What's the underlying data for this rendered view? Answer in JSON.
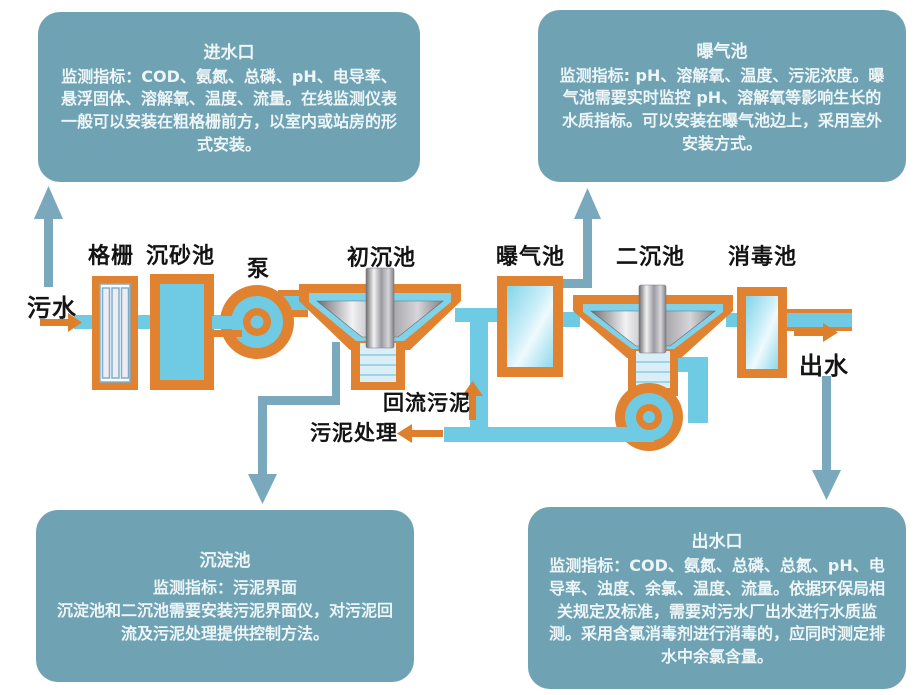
{
  "diagram": {
    "title_context": "wastewater-treatment-process-monitoring",
    "callouts": {
      "inlet": {
        "title": "进水口",
        "body": "监测指标：COD、氨氮、总磷、pH、电导率、悬浮固体、溶解氧、温度、流量。在线监测仪表一般可以安装在粗格栅前方，以室内或站房的形式安装。"
      },
      "aeration": {
        "title": "曝气池",
        "body": "监测指标: pH、溶解氧、温度、污泥浓度。曝气池需要实时监控 pH、溶解氧等影响生长的水质指标。可以安装在曝气池边上，采用室外安装方式。"
      },
      "sedimentation": {
        "title": "沉淀池",
        "indicator": "监测指标：污泥界面",
        "body": "沉淀池和二沉池需要安装污泥界面仪，对污泥回流及污泥处理提供控制方法。"
      },
      "outlet": {
        "title": "出水口",
        "body": "监测指标：COD、氨氮、总磷、总氮、pH、电导率、浊度、余氯、温度、流量。依据环保局相关规定及标准，需要对污水厂出水进行水质监测。采用含氯消毒剂进行消毒的，应同时测定排水中余氯含量。"
      }
    },
    "process_labels": {
      "sewage": "污水",
      "bar_screen": "格栅",
      "grit_chamber": "沉砂池",
      "pump": "泵",
      "primary_clarifier": "初沉池",
      "aeration_tank": "曝气池",
      "secondary_clarifier": "二沉池",
      "disinfection_tank": "消毒池",
      "effluent": "出水",
      "return_sludge": "回流污泥",
      "sludge_treatment": "污泥处理"
    },
    "colors": {
      "callout_bg": "#6FA3B4",
      "callout_text": "#EDF5F7",
      "pipe_blue": "#6FCBE4",
      "tank_orange": "#E0822F",
      "connector_blue": "#7AA9BD",
      "flow_arrow_orange": "#DD7F2B",
      "label_text": "#141414"
    }
  }
}
